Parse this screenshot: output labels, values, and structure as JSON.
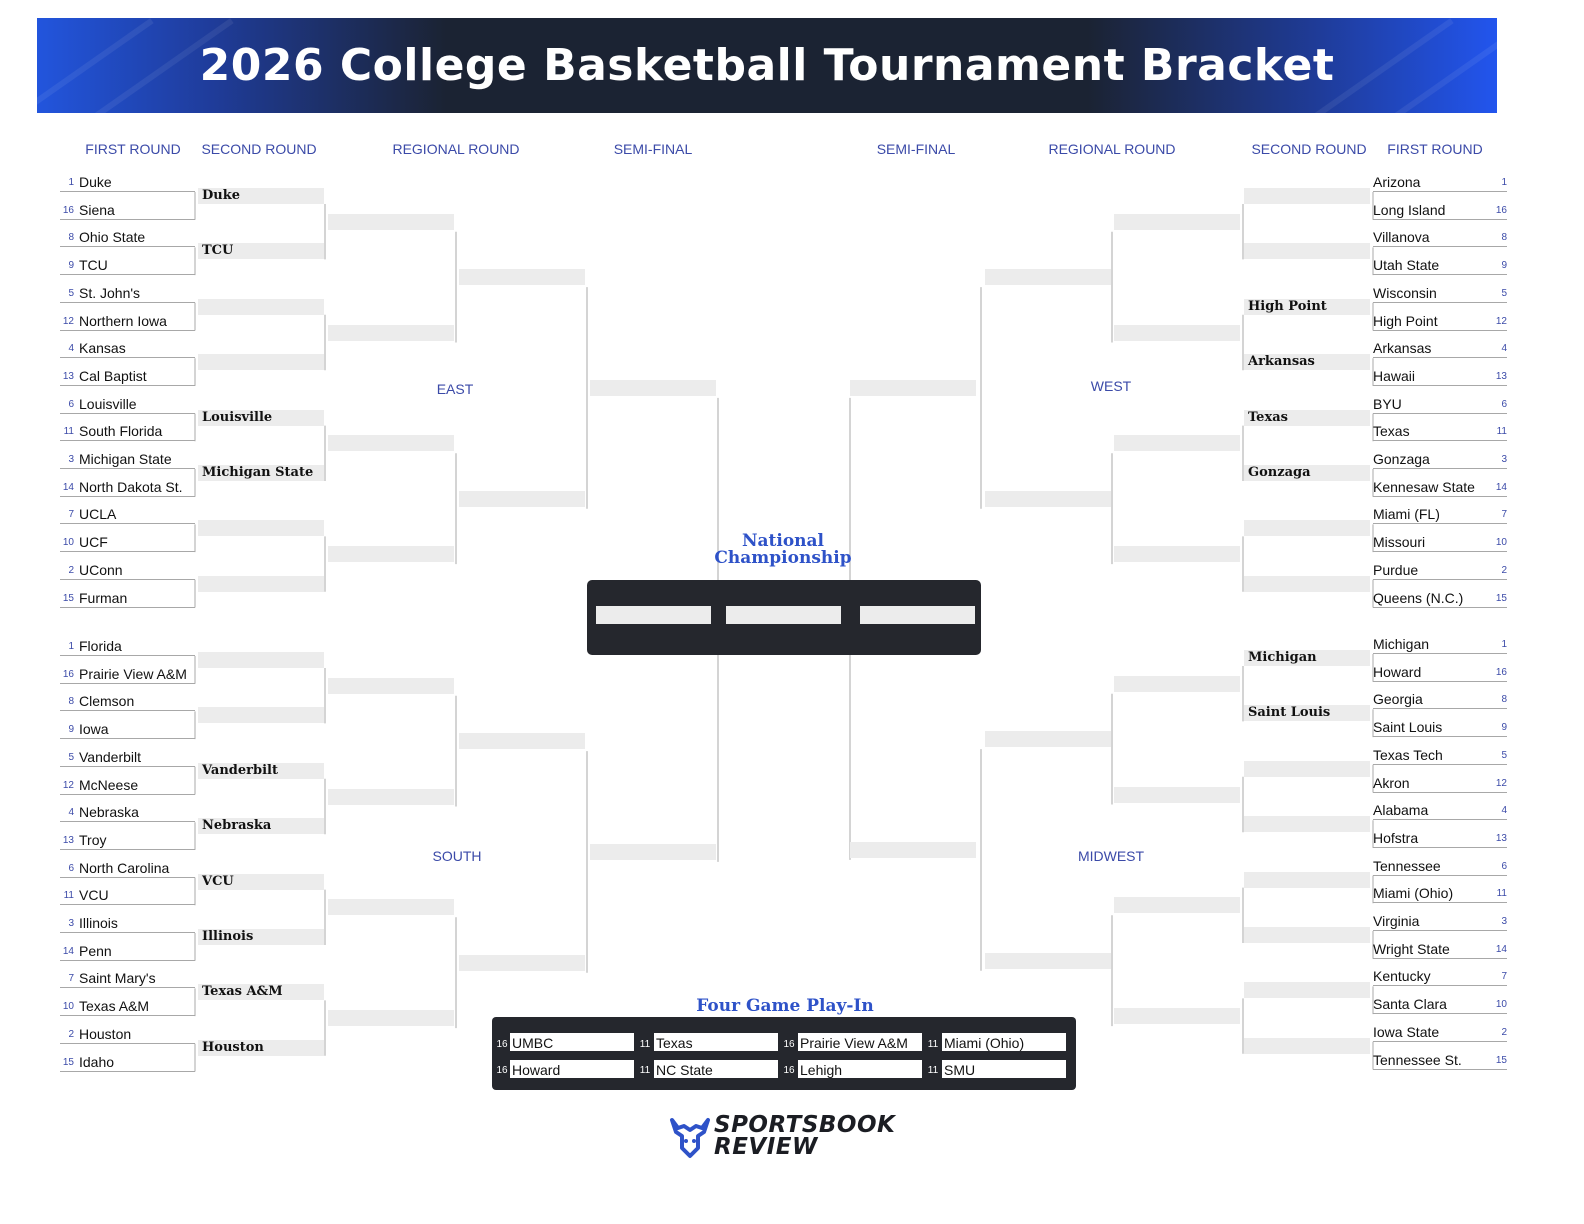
{
  "title": "2026 College Basketball Tournament Bracket",
  "colors": {
    "accent": "#2e52c8",
    "dark": "#25272d",
    "banner_blue": "#2255dd"
  },
  "round_labels": {
    "left": [
      "FIRST ROUND",
      "SECOND ROUND",
      "REGIONAL ROUND",
      "SEMI-FINAL"
    ],
    "right": [
      "SEMI-FINAL",
      "REGIONAL ROUND",
      "SECOND ROUND",
      "FIRST ROUND"
    ]
  },
  "regions": [
    {
      "name": "EAST",
      "teams": [
        {
          "seed": "1",
          "name": "Duke"
        },
        {
          "seed": "16",
          "name": "Siena"
        },
        {
          "seed": "8",
          "name": "Ohio State"
        },
        {
          "seed": "9",
          "name": "TCU"
        },
        {
          "seed": "5",
          "name": "St. John's"
        },
        {
          "seed": "12",
          "name": "Northern Iowa"
        },
        {
          "seed": "4",
          "name": "Kansas"
        },
        {
          "seed": "13",
          "name": "Cal Baptist"
        },
        {
          "seed": "6",
          "name": "Louisville"
        },
        {
          "seed": "11",
          "name": "South Florida"
        },
        {
          "seed": "3",
          "name": "Michigan State"
        },
        {
          "seed": "14",
          "name": "North Dakota St."
        },
        {
          "seed": "7",
          "name": "UCLA"
        },
        {
          "seed": "10",
          "name": "UCF"
        },
        {
          "seed": "2",
          "name": "UConn"
        },
        {
          "seed": "15",
          "name": "Furman"
        }
      ],
      "picks": [
        "Duke",
        "TCU",
        "",
        "",
        "Louisville",
        "Michigan State",
        "",
        ""
      ]
    },
    {
      "name": "SOUTH",
      "teams": [
        {
          "seed": "1",
          "name": "Florida"
        },
        {
          "seed": "16",
          "name": "Prairie View A&M"
        },
        {
          "seed": "8",
          "name": "Clemson"
        },
        {
          "seed": "9",
          "name": "Iowa"
        },
        {
          "seed": "5",
          "name": "Vanderbilt"
        },
        {
          "seed": "12",
          "name": "McNeese"
        },
        {
          "seed": "4",
          "name": "Nebraska"
        },
        {
          "seed": "13",
          "name": "Troy"
        },
        {
          "seed": "6",
          "name": "North Carolina"
        },
        {
          "seed": "11",
          "name": "VCU"
        },
        {
          "seed": "3",
          "name": "Illinois"
        },
        {
          "seed": "14",
          "name": "Penn"
        },
        {
          "seed": "7",
          "name": "Saint Mary's"
        },
        {
          "seed": "10",
          "name": "Texas A&M"
        },
        {
          "seed": "2",
          "name": "Houston"
        },
        {
          "seed": "15",
          "name": "Idaho"
        }
      ],
      "picks": [
        "",
        "",
        "Vanderbilt",
        "Nebraska",
        "VCU",
        "Illinois",
        "Texas A&M",
        "Houston"
      ]
    },
    {
      "name": "WEST",
      "teams": [
        {
          "seed": "1",
          "name": "Arizona"
        },
        {
          "seed": "16",
          "name": "Long Island"
        },
        {
          "seed": "8",
          "name": "Villanova"
        },
        {
          "seed": "9",
          "name": "Utah State"
        },
        {
          "seed": "5",
          "name": "Wisconsin"
        },
        {
          "seed": "12",
          "name": "High Point"
        },
        {
          "seed": "4",
          "name": "Arkansas"
        },
        {
          "seed": "13",
          "name": "Hawaii"
        },
        {
          "seed": "6",
          "name": "BYU"
        },
        {
          "seed": "11",
          "name": "Texas"
        },
        {
          "seed": "3",
          "name": "Gonzaga"
        },
        {
          "seed": "14",
          "name": "Kennesaw State"
        },
        {
          "seed": "7",
          "name": "Miami (FL)"
        },
        {
          "seed": "10",
          "name": "Missouri"
        },
        {
          "seed": "2",
          "name": "Purdue"
        },
        {
          "seed": "15",
          "name": "Queens (N.C.)"
        }
      ],
      "picks": [
        "",
        "",
        "High Point",
        "Arkansas",
        "Texas",
        "Gonzaga",
        "",
        ""
      ]
    },
    {
      "name": "MIDWEST",
      "teams": [
        {
          "seed": "1",
          "name": "Michigan"
        },
        {
          "seed": "16",
          "name": "Howard"
        },
        {
          "seed": "8",
          "name": "Georgia"
        },
        {
          "seed": "9",
          "name": "Saint Louis"
        },
        {
          "seed": "5",
          "name": "Texas Tech"
        },
        {
          "seed": "12",
          "name": "Akron"
        },
        {
          "seed": "4",
          "name": "Alabama"
        },
        {
          "seed": "13",
          "name": "Hofstra"
        },
        {
          "seed": "6",
          "name": "Tennessee"
        },
        {
          "seed": "11",
          "name": "Miami (Ohio)"
        },
        {
          "seed": "3",
          "name": "Virginia"
        },
        {
          "seed": "14",
          "name": "Wright State"
        },
        {
          "seed": "7",
          "name": "Kentucky"
        },
        {
          "seed": "10",
          "name": "Santa Clara"
        },
        {
          "seed": "2",
          "name": "Iowa State"
        },
        {
          "seed": "15",
          "name": "Tennessee St."
        }
      ],
      "picks": [
        "Michigan",
        "Saint Louis",
        "",
        "",
        "",
        "",
        "",
        ""
      ]
    }
  ],
  "championship": {
    "title": "National Championship",
    "slots": [
      "",
      "",
      ""
    ]
  },
  "play_in": {
    "title": "Four Game Play-In",
    "games": [
      {
        "seed": "16",
        "teams": [
          "UMBC",
          "Howard"
        ]
      },
      {
        "seed": "11",
        "teams": [
          "Texas",
          "NC State"
        ]
      },
      {
        "seed": "16",
        "teams": [
          "Prairie View A&M",
          "Lehigh"
        ]
      },
      {
        "seed": "11",
        "teams": [
          "Miami (Ohio)",
          "SMU"
        ]
      }
    ]
  },
  "logo": {
    "line1": "SPORTSBOOK",
    "line2": "REVIEW"
  }
}
